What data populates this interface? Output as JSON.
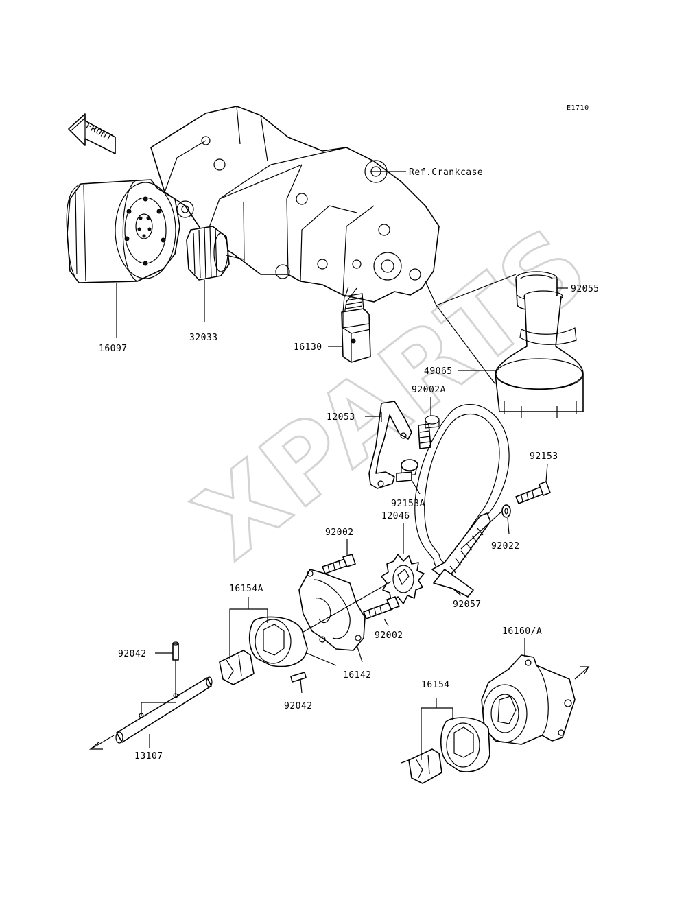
{
  "diagram": {
    "code": "E1710",
    "front_label": "FRONT",
    "watermark": "XPARTS",
    "reference": "Ref.Crankcase",
    "parts": [
      {
        "id": "p16097",
        "number": "16097"
      },
      {
        "id": "p32033",
        "number": "32033"
      },
      {
        "id": "p16130",
        "number": "16130"
      },
      {
        "id": "p92055",
        "number": "92055"
      },
      {
        "id": "p49065",
        "number": "49065"
      },
      {
        "id": "p92002A",
        "number": "92002A"
      },
      {
        "id": "p12053",
        "number": "12053"
      },
      {
        "id": "p92153",
        "number": "92153"
      },
      {
        "id": "p92153A",
        "number": "92153A"
      },
      {
        "id": "p12046",
        "number": "12046"
      },
      {
        "id": "p92002a",
        "number": "92002"
      },
      {
        "id": "p92022",
        "number": "92022"
      },
      {
        "id": "p16154A",
        "number": "16154A"
      },
      {
        "id": "p92057",
        "number": "92057"
      },
      {
        "id": "p92002b",
        "number": "92002"
      },
      {
        "id": "p16160A",
        "number": "16160/A"
      },
      {
        "id": "p92042a",
        "number": "92042"
      },
      {
        "id": "p16142",
        "number": "16142"
      },
      {
        "id": "p92042b",
        "number": "92042"
      },
      {
        "id": "p16154",
        "number": "16154"
      },
      {
        "id": "p13107",
        "number": "13107"
      }
    ]
  }
}
